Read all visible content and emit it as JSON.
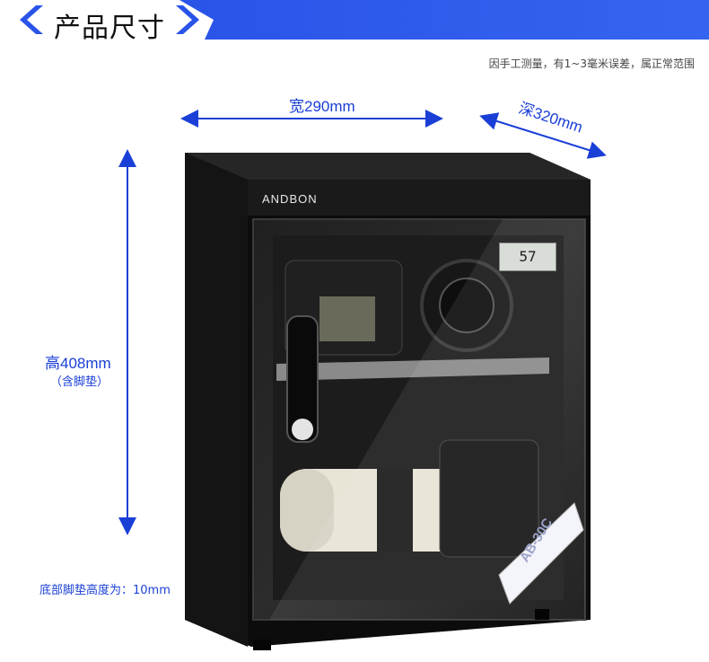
{
  "banner": {
    "title": "产品尺寸",
    "color": "#1a3fd6"
  },
  "note": "因手工测量，有1~3毫米误差，属正常范围",
  "dimensions": {
    "width": "宽290mm",
    "depth": "深320mm",
    "height": "高408mm",
    "height_sub": "（含脚垫）",
    "foot": "底部脚垫高度为：10mm"
  },
  "product": {
    "brand": "ANDBON",
    "hygrometer": "57",
    "model": "AB-30C"
  },
  "colors": {
    "accent": "#1a3fd6",
    "cabinet": "#111111"
  },
  "icons": [
    "left-chevron-icon",
    "right-chevron-icon",
    "arrow-icon"
  ]
}
